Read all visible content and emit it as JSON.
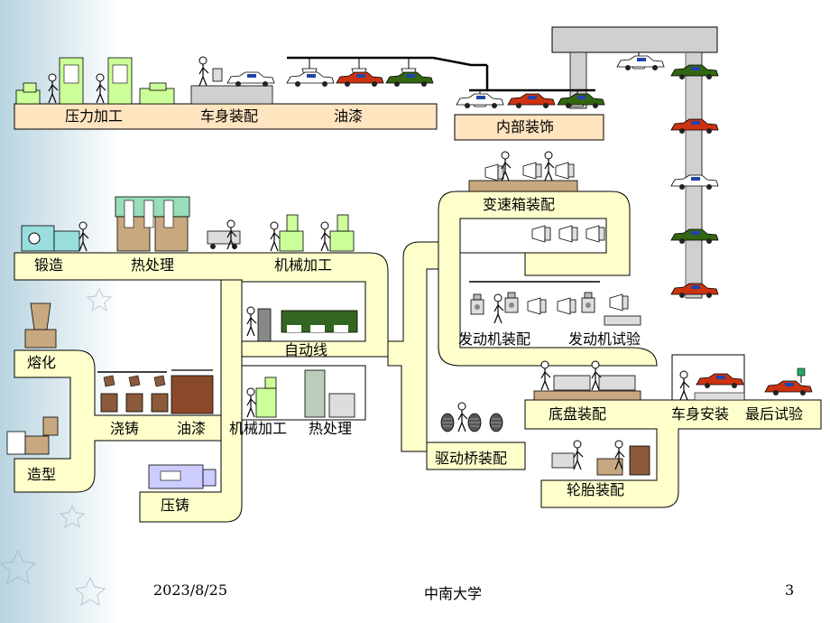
{
  "slide": {
    "stations": {
      "press": "压力加工",
      "body_assembly": "车身装配",
      "paint_top": "油漆",
      "interior": "内部装饰",
      "forging": "锻造",
      "heat_top": "热处理",
      "machining_top": "机械加工",
      "melting": "熔化",
      "pouring": "浇铸",
      "paint_mid": "油漆",
      "molding": "造型",
      "die_casting": "压铸",
      "auto_line": "自动线",
      "machining_low": "机械加工",
      "heat_low": "热处理",
      "gearbox": "变速箱装配",
      "engine_assembly": "发动机装配",
      "engine_test": "发动机试验",
      "axle": "驱动桥装配",
      "chassis": "底盘装配",
      "body_mount": "车身安装",
      "final_test": "最后试验",
      "tire": "轮胎装配"
    },
    "footer": {
      "date": "2023/8/25",
      "org": "中南大学",
      "page": "3"
    }
  },
  "colors": {
    "cream": "#FFFFCC",
    "peach": "#FFE4C0",
    "light_green": "#CCFF99",
    "gray": "#D0D0D0",
    "car_red": "#CC3311",
    "car_green": "#336611",
    "tan": "#C8A880"
  }
}
